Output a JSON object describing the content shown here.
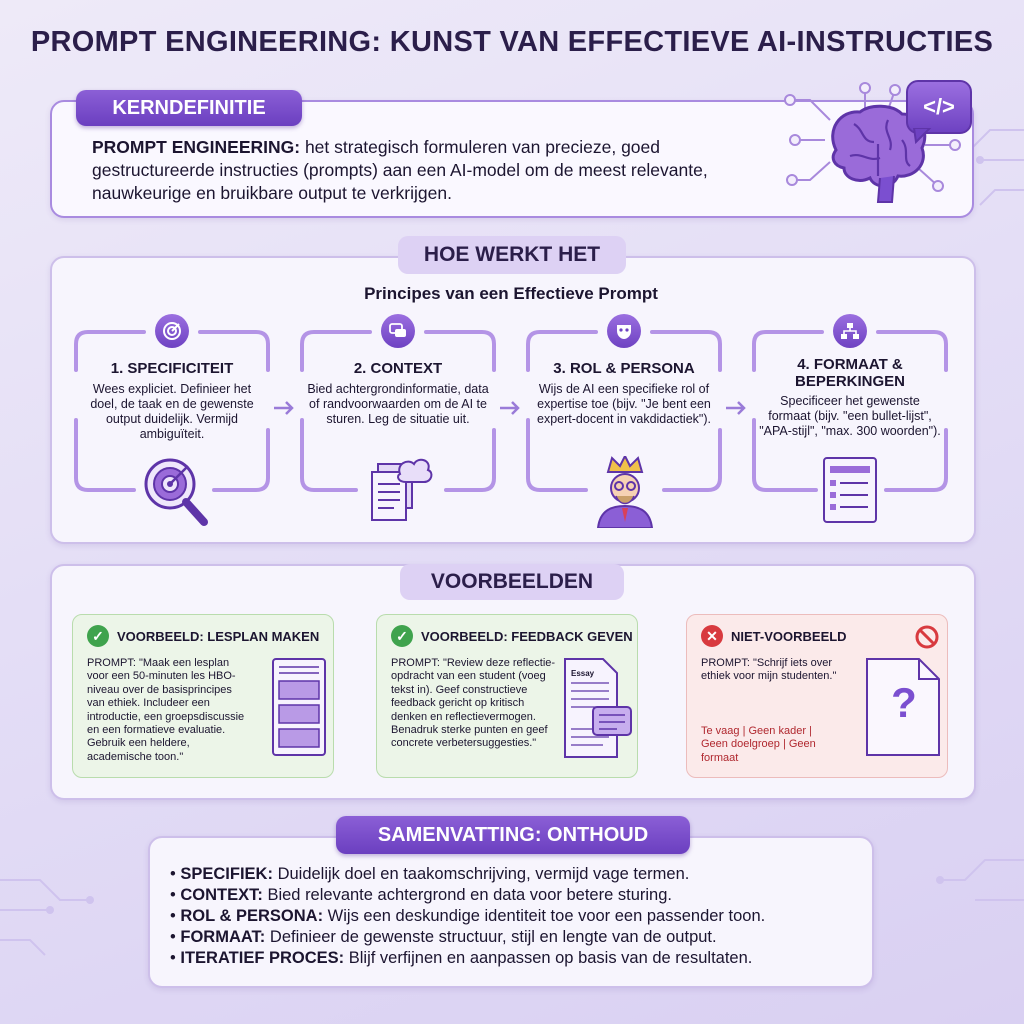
{
  "title": "PROMPT ENGINEERING: KUNST VAN EFFECTIEVE AI-INSTRUCTIES",
  "definition": {
    "label": "KERNDEFINITIE",
    "term": "PROMPT ENGINEERING:",
    "text": " het strategisch formuleren van precieze, goed gestructureerde instructies (prompts) aan een AI-model om de meest relevante, nauwkeurige en bruikbare output te verkrijgen.",
    "icon_code": "</>"
  },
  "how": {
    "label": "HOE WERKT HET",
    "subtitle": "Principes van een Effectieve Prompt",
    "principles": [
      {
        "title": "1. SPECIFICITEIT",
        "text": "Wees expliciet. Definieer het doel, de taak en de gewenste output duidelijk. Vermijd ambiguïteit.",
        "icon": "target-icon"
      },
      {
        "title": "2. CONTEXT",
        "text": "Bied achtergrondinformatie, data of randvoorwaarden om de AI te sturen. Leg de situatie uit.",
        "icon": "chat-bubbles-icon"
      },
      {
        "title": "3. ROL & PERSONA",
        "text": "Wijs de AI een specifieke rol of expertise toe (bijv. \"Je bent een expert-docent in vakdidactiek\").",
        "icon": "mask-icon"
      },
      {
        "title": "4. FORMAAT & BEPERKINGEN",
        "text": "Specificeer het gewenste formaat (bijv. \"een bullet-lijst\", \"APA-stijl\", \"max. 300 woorden\").",
        "icon": "hierarchy-icon"
      }
    ]
  },
  "examples": {
    "label": "VOORBEELDEN",
    "items": [
      {
        "title": "VOORBEELD: LESPLAN MAKEN",
        "text": "PROMPT: \"Maak een lesplan voor een 50-minuten les HBO-niveau over de basisprincipes van ethiek. Includeer een introductie, een groepsdiscussie en een formatieve evaluatie. Gebruik een heldere, academische toon.\""
      },
      {
        "title": "VOORBEELD: FEEDBACK GEVEN",
        "text": "PROMPT: \"Review deze reflectie-opdracht van een student (voeg tekst in). Geef constructieve feedback gericht op kritisch denken en reflectievermogen. Benadruk sterke punten en geef concrete verbetersuggesties.\"",
        "doc_label": "Essay"
      },
      {
        "title": "NIET-VOORBEELD",
        "text": "PROMPT: \"Schrijf iets over ethiek voor mijn studenten.\"",
        "critique": "Te vaag | Geen kader | Geen doelgroep | Geen formaat",
        "doc_symbol": "?"
      }
    ]
  },
  "summary": {
    "label": "SAMENVATTING: ONTHOUD",
    "items": [
      {
        "key": "SPECIFIEK:",
        "text": " Duidelijk doel en taakomschrijving, vermijd vage termen."
      },
      {
        "key": "CONTEXT:",
        "text": " Bied relevante achtergrond en data voor betere sturing."
      },
      {
        "key": "ROL & PERSONA:",
        "text": " Wijs een deskundige identiteit toe voor een passender toon."
      },
      {
        "key": "FORMAAT:",
        "text": " Definieer de gewenste structuur, stijl en lengte van de output."
      },
      {
        "key": "ITERATIEF PROCES:",
        "text": " Blijf verfijnen en aanpassen op basis van de resultaten."
      }
    ]
  },
  "colors": {
    "accent": "#7b4fd0",
    "good": "#3fa34d",
    "bad": "#d83a3f"
  }
}
